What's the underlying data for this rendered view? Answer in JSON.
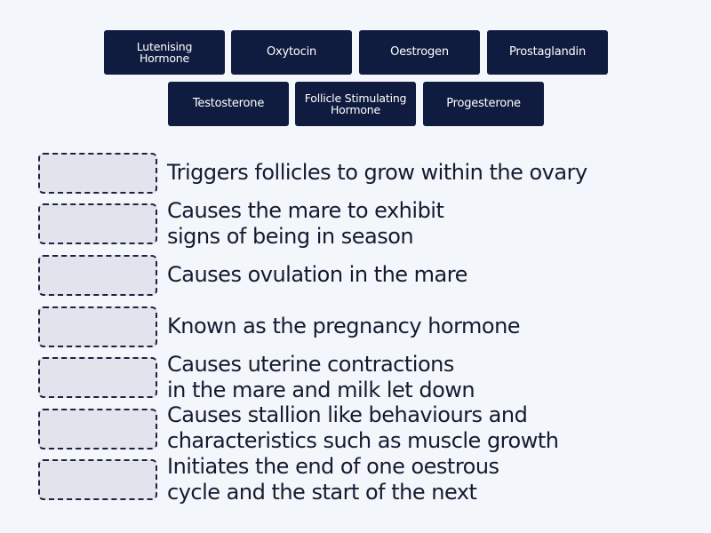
{
  "tiles": [
    {
      "label": "Lutenising\nHormone",
      "line1": "Lutenising",
      "line2": "Hormone"
    },
    {
      "label": "Oxytocin"
    },
    {
      "label": "Oestrogen"
    },
    {
      "label": "Prostaglandin"
    },
    {
      "label": "Testosterone"
    },
    {
      "label": "Follicle Stimulating Hormone",
      "line1": "Follicle Stimulating",
      "line2": "Hormone"
    },
    {
      "label": "Progesterone"
    }
  ],
  "clues": [
    {
      "line1": "Triggers follicles to grow within the ovary"
    },
    {
      "line1": "Causes the mare to exhibit",
      "line2": "signs of being in season"
    },
    {
      "line1": "Causes ovulation in the mare"
    },
    {
      "line1": "Known as the pregnancy hormone"
    },
    {
      "line1": "Causes uterine contractions",
      "line2": "in the mare and milk let down"
    },
    {
      "line1": "Causes stallion like behaviours and",
      "line2": "characteristics such as muscle growth"
    },
    {
      "line1": "Initiates the end of one oestrous",
      "line2": "cycle and the start of the next"
    }
  ],
  "colors": {
    "background": "#f3f6fb",
    "tile": "#101c3f",
    "tile_text": "#ffffff",
    "slot_fill": "#e2e3ec",
    "slot_border": "#1c2340",
    "clue_text": "#141b30"
  }
}
